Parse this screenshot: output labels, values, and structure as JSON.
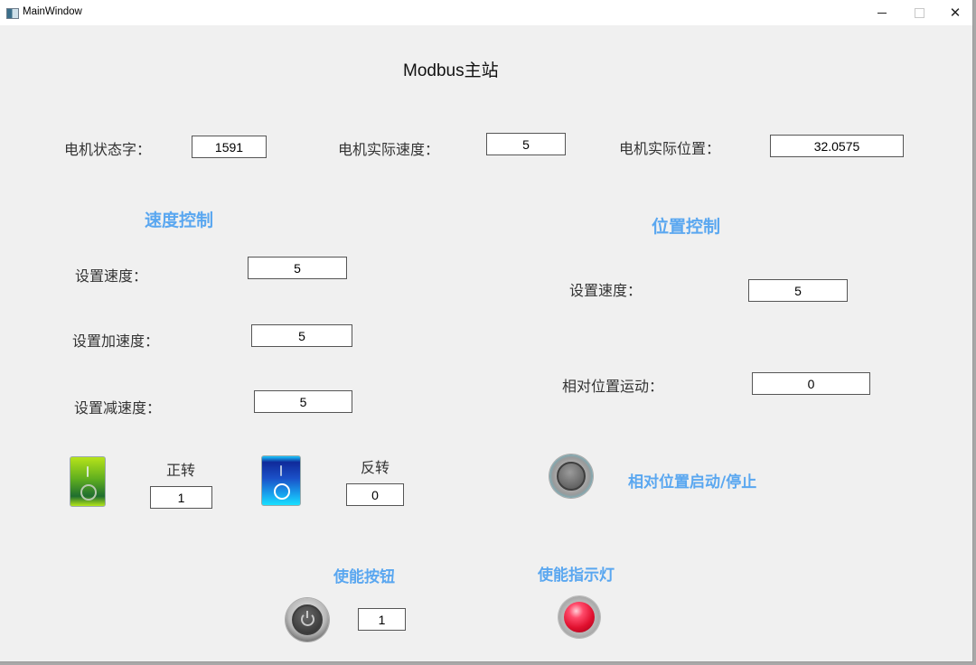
{
  "window": {
    "title": "MainWindow",
    "controls": {
      "minimize": "–",
      "maximize": "□",
      "close": "✕"
    }
  },
  "heading": "Modbus主站",
  "status": {
    "motor_status_word": {
      "label": "电机状态字：",
      "value": "1591"
    },
    "motor_actual_speed": {
      "label": "电机实际速度：",
      "value": "5"
    },
    "motor_actual_position": {
      "label": "电机实际位置：",
      "value": "32.0575"
    }
  },
  "speed_control": {
    "title": "速度控制",
    "set_speed": {
      "label": "设置速度：",
      "value": "5"
    },
    "set_acceleration": {
      "label": "设置加速度：",
      "value": "5"
    },
    "set_deceleration": {
      "label": "设置减速度：",
      "value": "5"
    },
    "forward": {
      "label": "正转",
      "value": "1",
      "icon": "rocker-switch-green"
    },
    "reverse": {
      "label": "反转",
      "value": "0",
      "icon": "rocker-switch-blue"
    }
  },
  "position_control": {
    "title": "位置控制",
    "set_speed": {
      "label": "设置速度：",
      "value": "5"
    },
    "relative_move": {
      "label": "相对位置运动：",
      "value": "0"
    },
    "start_stop": {
      "label": "相对位置启动/停止",
      "icon": "round-push-button"
    }
  },
  "enable": {
    "button_label": "使能按钮",
    "button_value": "1",
    "button_icon": "power-icon",
    "indicator_label": "使能指示灯",
    "indicator_color": "#e0102e"
  },
  "colors": {
    "section_title": "#5aa7f0",
    "background": "#f0f0f0"
  }
}
